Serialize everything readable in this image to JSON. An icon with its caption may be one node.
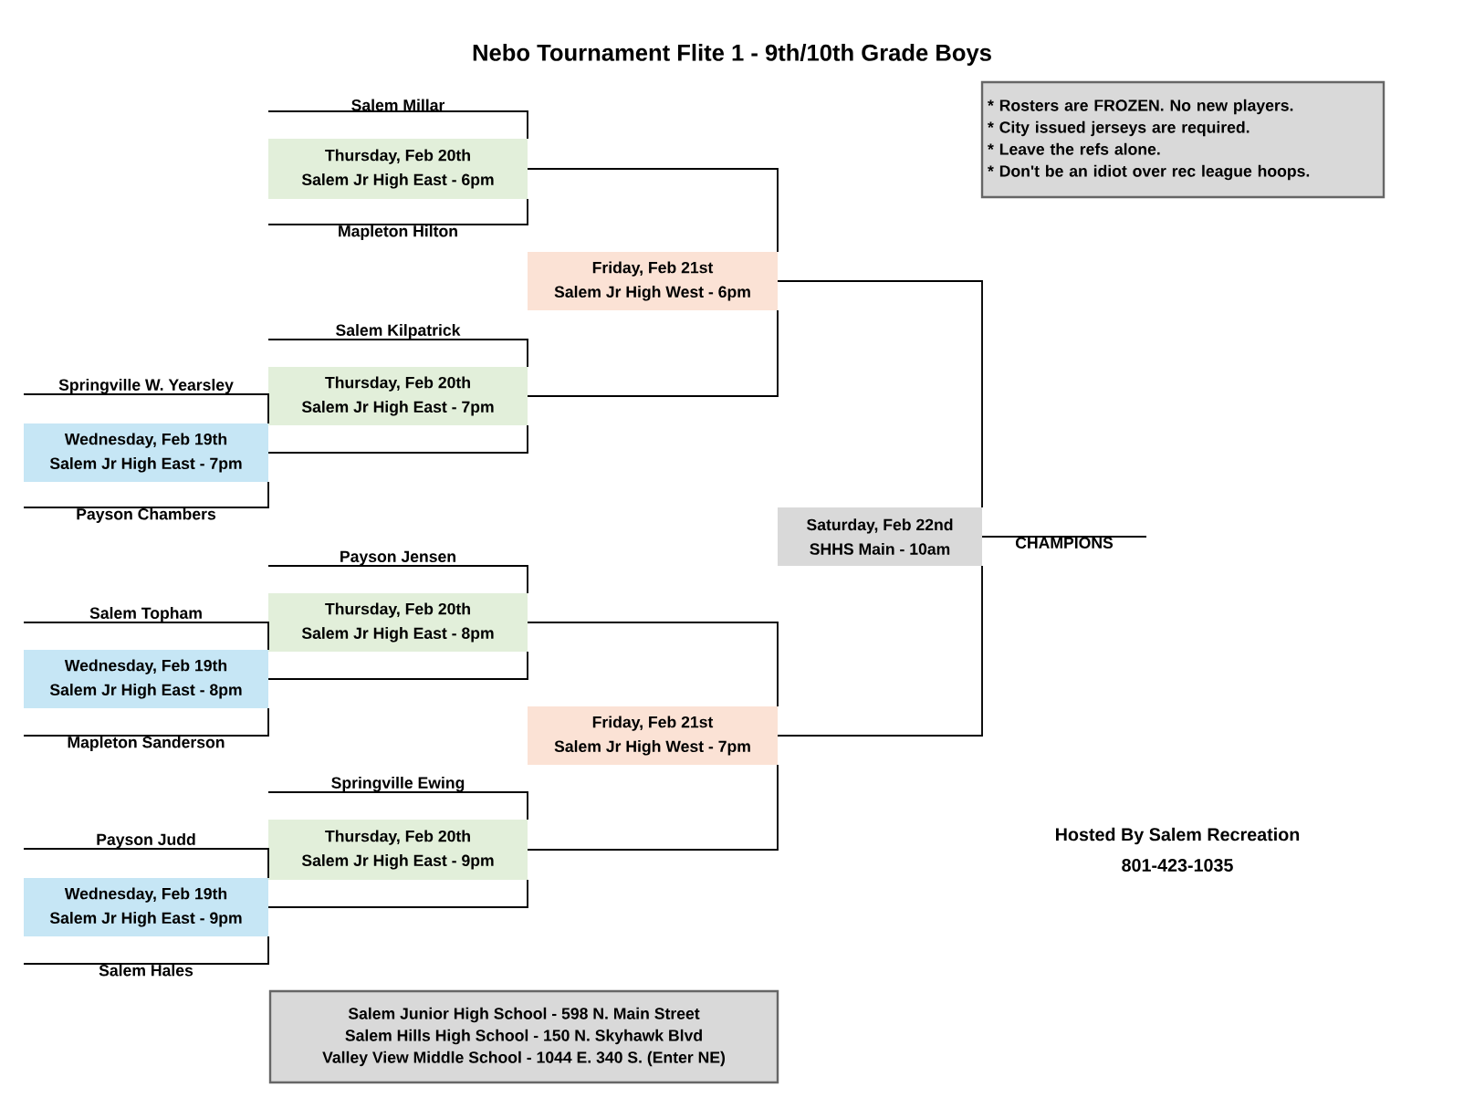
{
  "diagram": {
    "title": "Nebo Tournament Flite 1 - 9th/10th Grade Boys",
    "nodes": [
      {
        "text": [
          "Salem Millar"
        ]
      },
      {
        "text": [
          "Thursday, Feb 20th",
          "Salem Jr High East - 6pm"
        ]
      },
      {
        "text": [
          "Mapleton Hilton"
        ]
      },
      {
        "text": [
          "Friday, Feb 21st",
          "Salem Jr High West - 6pm"
        ]
      },
      {
        "text": [
          "Salem Kilpatrick"
        ]
      },
      {
        "text": [
          "Springville W. Yearsley"
        ]
      },
      {
        "text": [
          "Thursday, Feb 20th",
          "Salem Jr High East - 7pm"
        ]
      },
      {
        "text": [
          "Wednesday, Feb 19th",
          "Salem Jr High East - 7pm"
        ]
      },
      {
        "text": [
          "Payson Chambers"
        ]
      },
      {
        "text": [
          "Saturday, Feb 22nd",
          "SHHS Main - 10am"
        ]
      },
      {
        "text": [
          "CHAMPIONS"
        ]
      },
      {
        "text": [
          "Payson Jensen"
        ]
      },
      {
        "text": [
          "Salem Topham"
        ]
      },
      {
        "text": [
          "Thursday, Feb 20th",
          "Salem Jr High East - 8pm"
        ]
      },
      {
        "text": [
          "Wednesday, Feb 19th",
          "Salem Jr High East - 8pm"
        ]
      },
      {
        "text": [
          "Mapleton Sanderson"
        ]
      },
      {
        "text": [
          "Friday, Feb 21st",
          "Salem Jr High West - 7pm"
        ]
      },
      {
        "text": [
          "Springville Ewing"
        ]
      },
      {
        "text": [
          "Payson Judd"
        ]
      },
      {
        "text": [
          "Thursday, Feb 20th",
          "Salem Jr High East - 9pm"
        ]
      },
      {
        "text": [
          "Wednesday, Feb 19th",
          "Salem Jr High East - 9pm"
        ]
      },
      {
        "text": [
          "Salem Hales"
        ]
      },
      {
        "text": [
          "* Rosters are FROZEN. No new players.",
          "* City issued jerseys are required.",
          "* Leave the refs alone.",
          "* Don't be an idiot over rec league hoops."
        ]
      },
      {
        "text": [
          "Salem Junior High School - 598 N. Main Street",
          "Salem Hills High School - 150 N. Skyhawk Blvd",
          "Valley View Middle School - 1044 E. 340 S. (Enter NE)"
        ]
      }
    ],
    "edges": [
      {
        "from": 0,
        "to": 1,
        "arrow": "none"
      },
      {
        "from": 2,
        "to": 1,
        "arrow": "none"
      },
      {
        "from": 1,
        "to": 3,
        "arrow": "none"
      },
      {
        "from": 6,
        "to": 3,
        "arrow": "none"
      },
      {
        "from": 4,
        "to": 6,
        "arrow": "none"
      },
      {
        "from": 7,
        "to": 6,
        "arrow": "none"
      },
      {
        "from": 5,
        "to": 7,
        "arrow": "none"
      },
      {
        "from": 8,
        "to": 7,
        "arrow": "none"
      },
      {
        "from": 3,
        "to": 9,
        "arrow": "none"
      },
      {
        "from": 16,
        "to": 9,
        "arrow": "none"
      },
      {
        "from": 9,
        "to": 10,
        "arrow": "none"
      },
      {
        "from": 11,
        "to": 13,
        "arrow": "none"
      },
      {
        "from": 14,
        "to": 13,
        "arrow": "none"
      },
      {
        "from": 12,
        "to": 14,
        "arrow": "none"
      },
      {
        "from": 15,
        "to": 14,
        "arrow": "none"
      },
      {
        "from": 13,
        "to": 16,
        "arrow": "none"
      },
      {
        "from": 19,
        "to": 16,
        "arrow": "none"
      },
      {
        "from": 17,
        "to": 19,
        "arrow": "none"
      },
      {
        "from": 20,
        "to": 19,
        "arrow": "none"
      },
      {
        "from": 18,
        "to": 20,
        "arrow": "none"
      },
      {
        "from": 21,
        "to": 20,
        "arrow": "none"
      }
    ],
    "labels": [
      "Hosted By Salem Recreation",
      "801-423-1035"
    ]
  }
}
